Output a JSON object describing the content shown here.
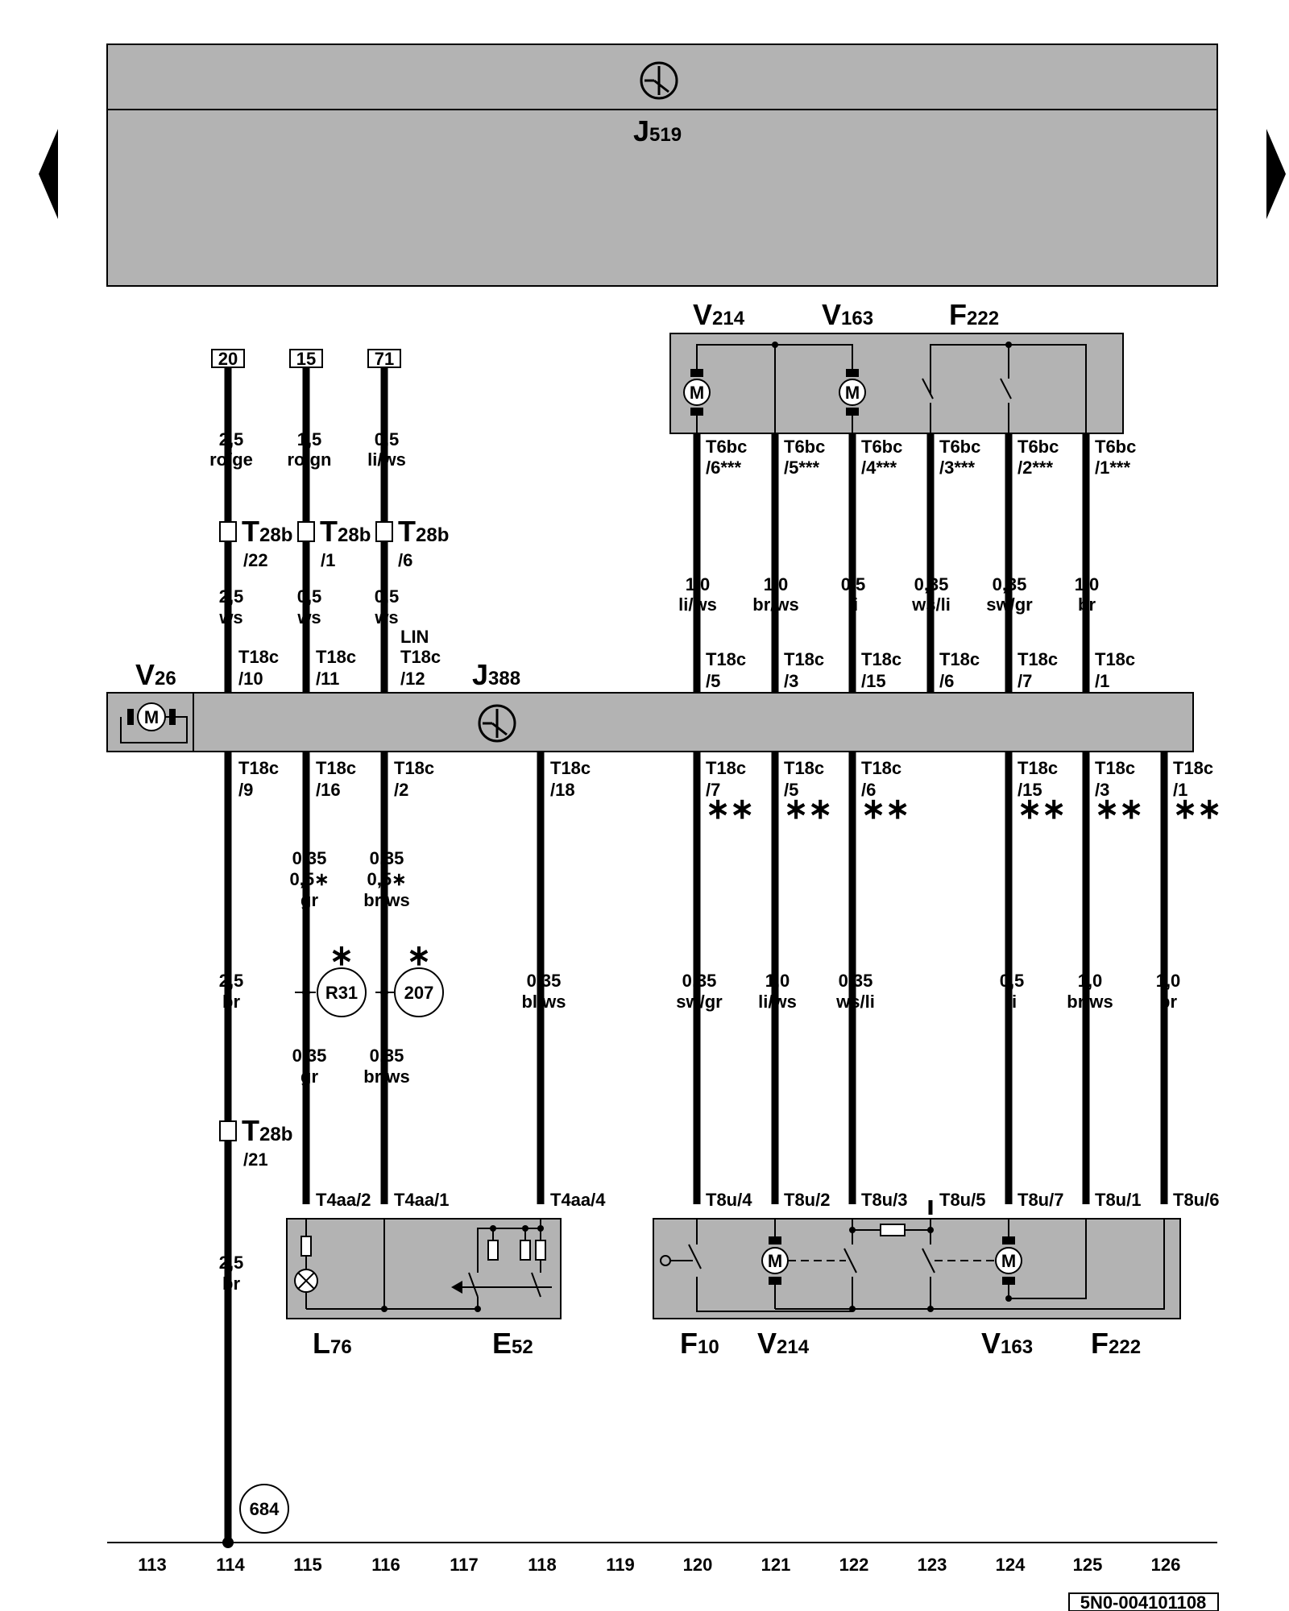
{
  "header": {
    "unit_label": "J",
    "unit_sub": "519"
  },
  "top_connectors": [
    "20",
    "15",
    "71"
  ],
  "left_wires": [
    {
      "top_size": "2,5",
      "top_color": "ro/ge",
      "t28_pin": "/22",
      "mid_size": "2,5",
      "mid_color": "ws",
      "t18_pin": "/10"
    },
    {
      "top_size": "1,5",
      "top_color": "ro/gn",
      "t28_pin": "/1",
      "mid_size": "0,5",
      "mid_color": "ws",
      "t18_pin": "/11"
    },
    {
      "top_size": "0,5",
      "top_color": "li/ws",
      "t28_pin": "/6",
      "mid_size": "0,5",
      "mid_color": "ws",
      "t18_pin": "/12"
    }
  ],
  "t28_label": "T",
  "t28_sub": "28b",
  "lin_label": "LIN",
  "t18_label": "T18c",
  "module_top": {
    "labels": [
      {
        "main": "V",
        "sub": "214"
      },
      {
        "main": "V",
        "sub": "163"
      },
      {
        "main": "F",
        "sub": "222"
      }
    ]
  },
  "t6_wires": [
    {
      "conn": "T6bc",
      "pin": "/6***",
      "size": "1,0",
      "color": "li/ws",
      "t18_pin": "/5"
    },
    {
      "conn": "T6bc",
      "pin": "/5***",
      "size": "1,0",
      "color": "br/ws",
      "t18_pin": "/3"
    },
    {
      "conn": "T6bc",
      "pin": "/4***",
      "size": "0,5",
      "color": "li",
      "t18_pin": "/15"
    },
    {
      "conn": "T6bc",
      "pin": "/3***",
      "size": "0,35",
      "color": "ws/li",
      "t18_pin": "/6"
    },
    {
      "conn": "T6bc",
      "pin": "/2***",
      "size": "0,35",
      "color": "sw/gr",
      "t18_pin": "/7"
    },
    {
      "conn": "T6bc",
      "pin": "/1***",
      "size": "1,0",
      "color": "br",
      "t18_pin": "/1"
    }
  ],
  "j388": {
    "main": "J",
    "sub": "388"
  },
  "v26": {
    "main": "V",
    "sub": "26"
  },
  "motor_symbol": "M",
  "lower_left": [
    {
      "t18_pin": "/9",
      "size": "2,5",
      "color": "br",
      "t28_pin": "/21",
      "size2": "2,5",
      "color2": "br"
    },
    {
      "t18_pin": "/16",
      "size_a": "0,35",
      "size_b": "0,5∗",
      "color": "gr",
      "ref": "R31",
      "size2": "0,35",
      "color2": "gr",
      "conn": "T4aa/2"
    },
    {
      "t18_pin": "/2",
      "size_a": "0,35",
      "size_b": "0,5∗",
      "color": "br/ws",
      "ref": "207",
      "size2": "0,35",
      "color2": "br/ws",
      "conn": "T4aa/1"
    },
    {
      "t18_pin": "/18",
      "size": "0,35",
      "color": "bl/ws",
      "conn": "T4aa/4"
    }
  ],
  "star": "∗",
  "double_star": "∗∗",
  "lower_right": [
    {
      "t18_pin": "/7",
      "size": "0,35",
      "color": "sw/gr",
      "conn": "T8u/4"
    },
    {
      "t18_pin": "/5",
      "size": "1,0",
      "color": "li/ws",
      "conn": "T8u/2"
    },
    {
      "t18_pin": "/6",
      "size": "0,35",
      "color": "ws/li",
      "conn": "T8u/3"
    },
    {
      "t18_pin": "/15",
      "size": "0,5",
      "color": "li",
      "conn": "T8u/7"
    },
    {
      "t18_pin": "/3",
      "size": "1,0",
      "color": "br/ws",
      "conn": "T8u/1"
    },
    {
      "t18_pin": "/1",
      "size": "1,0",
      "color": "br",
      "conn": "T8u/6"
    }
  ],
  "t8u5": "T8u/5",
  "bottom_labels": [
    {
      "main": "L",
      "sub": "76"
    },
    {
      "main": "E",
      "sub": "52"
    },
    {
      "main": "F",
      "sub": "10"
    },
    {
      "main": "V",
      "sub": "214"
    },
    {
      "main": "V",
      "sub": "163"
    },
    {
      "main": "F",
      "sub": "222"
    }
  ],
  "ground_ref": "684",
  "ruler": [
    "113",
    "114",
    "115",
    "116",
    "117",
    "118",
    "119",
    "120",
    "121",
    "122",
    "123",
    "124",
    "125",
    "126"
  ],
  "doc_id": "5N0-004101108"
}
